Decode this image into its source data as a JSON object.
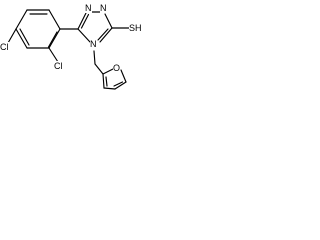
{
  "molecule": {
    "atoms": {
      "n1": "N",
      "n2": "N",
      "n4": "N",
      "thiol": "SH",
      "chlorine_para": "Cl",
      "chlorine_ortho": "Cl",
      "furan_oxygen": "O"
    },
    "colors": {
      "bond": "#000000",
      "label": "#000000",
      "background": "#ffffff"
    }
  }
}
